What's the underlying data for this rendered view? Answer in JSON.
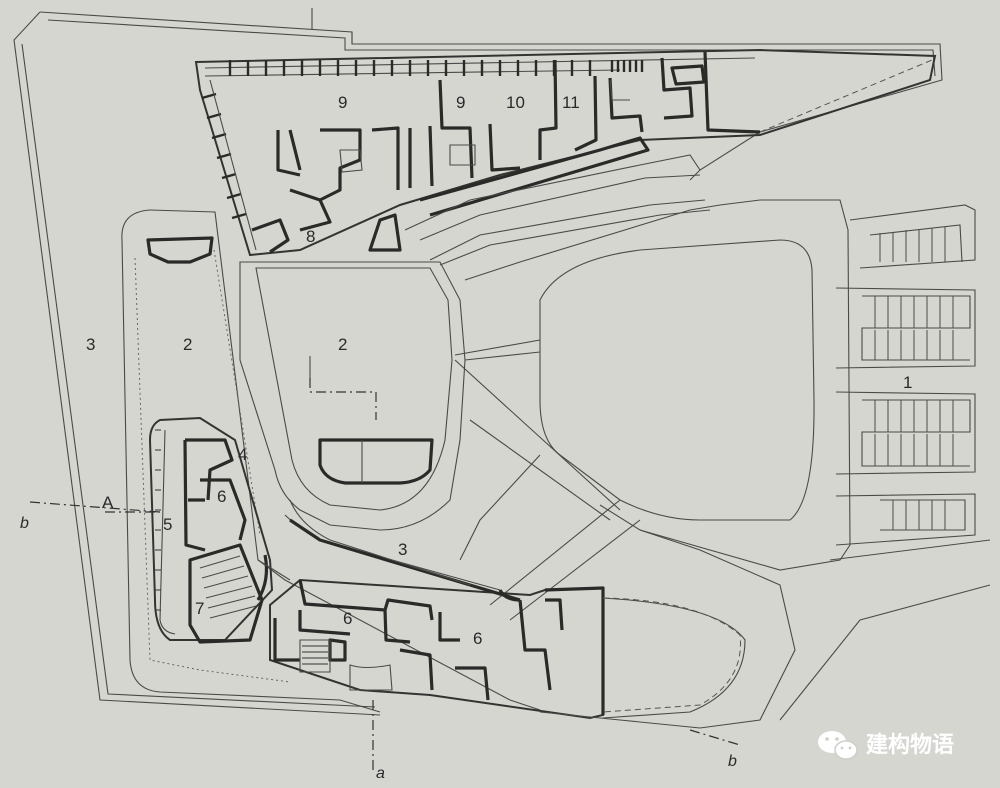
{
  "labels": {
    "parking": "1",
    "courtyard_west": "2",
    "courtyard_center": "2",
    "road_west": "3",
    "road_south": "3",
    "room_4": "4",
    "room_5": "5",
    "room_6_west": "6",
    "room_6_south_a": "6",
    "room_6_south_b": "6",
    "auditorium": "7",
    "room_8": "8",
    "room_9_west": "9",
    "room_9_east": "9",
    "room_10": "10",
    "room_11": "11"
  },
  "section_markers": {
    "a_label": "a",
    "b_label_west": "b",
    "b_label_east": "b",
    "A_label": "A"
  },
  "watermark": {
    "text": "建构物语",
    "icon": "wechat-icon"
  },
  "colors": {
    "paper": "#d9d9d4",
    "line": "#2a2a28"
  }
}
